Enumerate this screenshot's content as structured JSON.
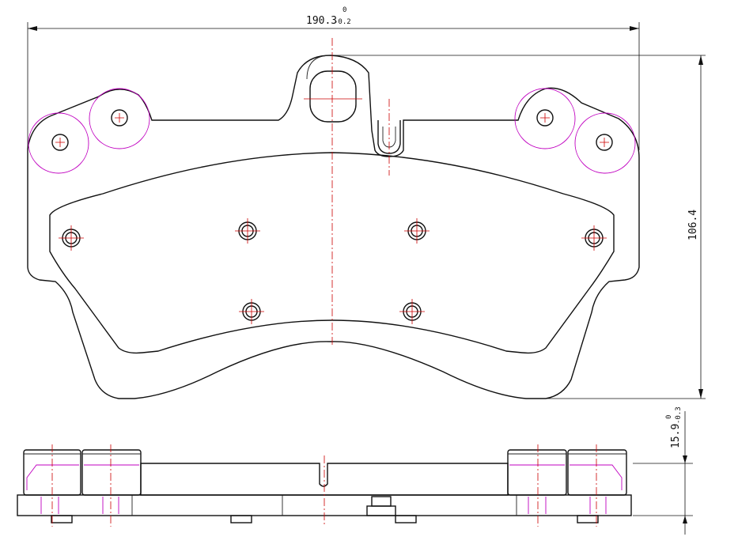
{
  "dimensions": {
    "width": {
      "nominal": "190.3",
      "upper": "0",
      "lower": "-0.2"
    },
    "height": {
      "value": "106.4"
    },
    "thickness": {
      "nominal": "15.9",
      "upper": "0",
      "lower": "-0.3"
    }
  },
  "colors": {
    "outline": "#111111",
    "centerline": "#cc0000",
    "construction": "#c000c0"
  }
}
